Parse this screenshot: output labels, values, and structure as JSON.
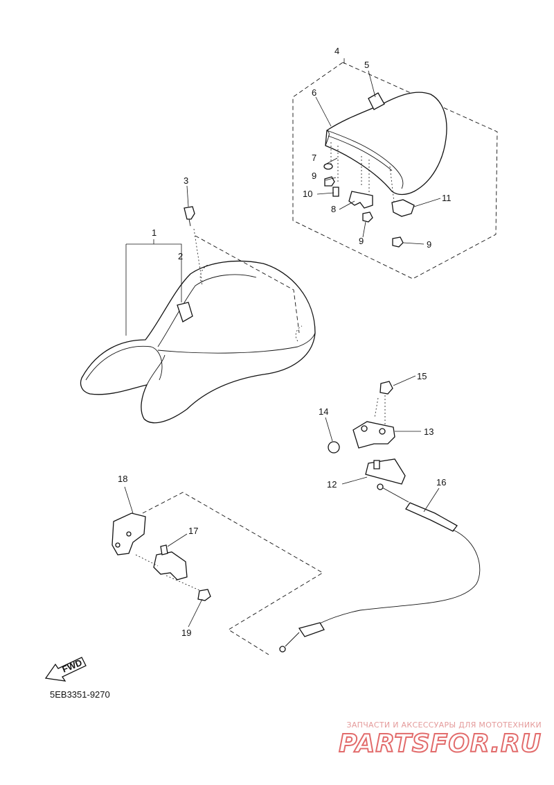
{
  "diagram": {
    "callouts": {
      "c1": "1",
      "c2": "2",
      "c3": "3",
      "c4": "4",
      "c5": "5",
      "c6": "6",
      "c7": "7",
      "c9a": "9",
      "c10": "10",
      "c8": "8",
      "c9b": "9",
      "c9c": "9",
      "c11": "11",
      "c15": "15",
      "c14": "14",
      "c13": "13",
      "c12": "12",
      "c16": "16",
      "c18": "18",
      "c17": "17",
      "c19": "19"
    },
    "fwd_label": "FWD",
    "code": "5EB3351-9270"
  },
  "watermark": {
    "tagline": "ЗАПЧАСТИ И АКСЕССУАРЫ ДЛЯ МОТОТЕХНИКИ",
    "logo": "PARTSFOR.RU"
  }
}
